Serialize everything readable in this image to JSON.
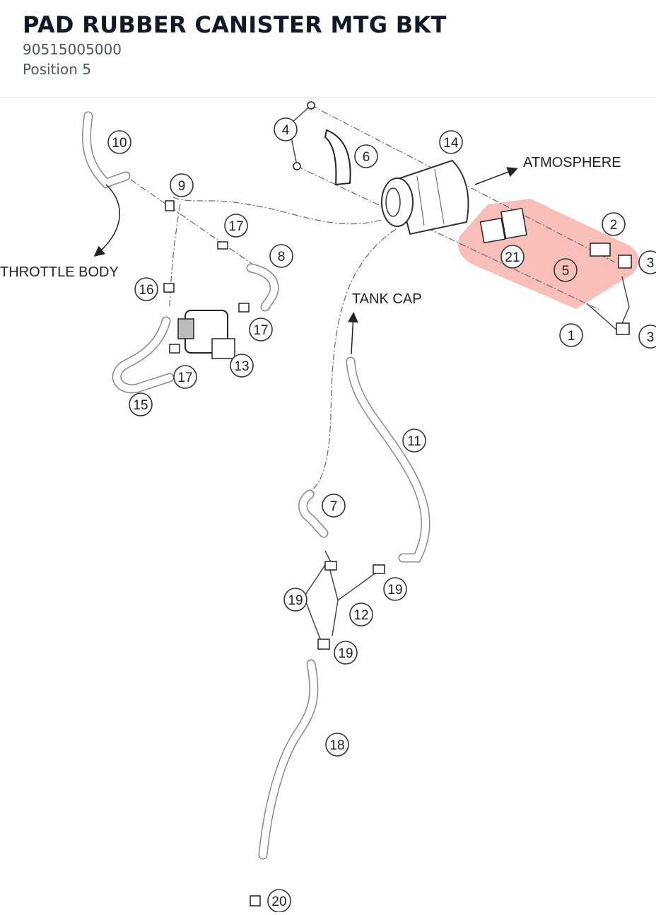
{
  "header": {
    "title": "PAD RUBBER CANISTER MTG BKT",
    "part_number": "90515005000",
    "position": "Position 5"
  },
  "diagram": {
    "labels": {
      "throttle_body": "THROTTLE BODY",
      "atmosphere": "ATMOSPHERE",
      "tank_cap": "TANK CAP"
    },
    "callouts": {
      "c1": "1",
      "c2": "2",
      "c3a": "3",
      "c3b": "3",
      "c4": "4",
      "c5": "5",
      "c6": "6",
      "c7": "7",
      "c8": "8",
      "c9": "9",
      "c10": "10",
      "c11": "11",
      "c12": "12",
      "c13": "13",
      "c14": "14",
      "c15": "15",
      "c16": "16",
      "c17a": "17",
      "c17b": "17",
      "c17c": "17",
      "c18": "18",
      "c19a": "19",
      "c19b": "19",
      "c19c": "19",
      "c20": "20",
      "c21": "21"
    },
    "highlight_color": "#f28b82",
    "selected_position": "5"
  }
}
